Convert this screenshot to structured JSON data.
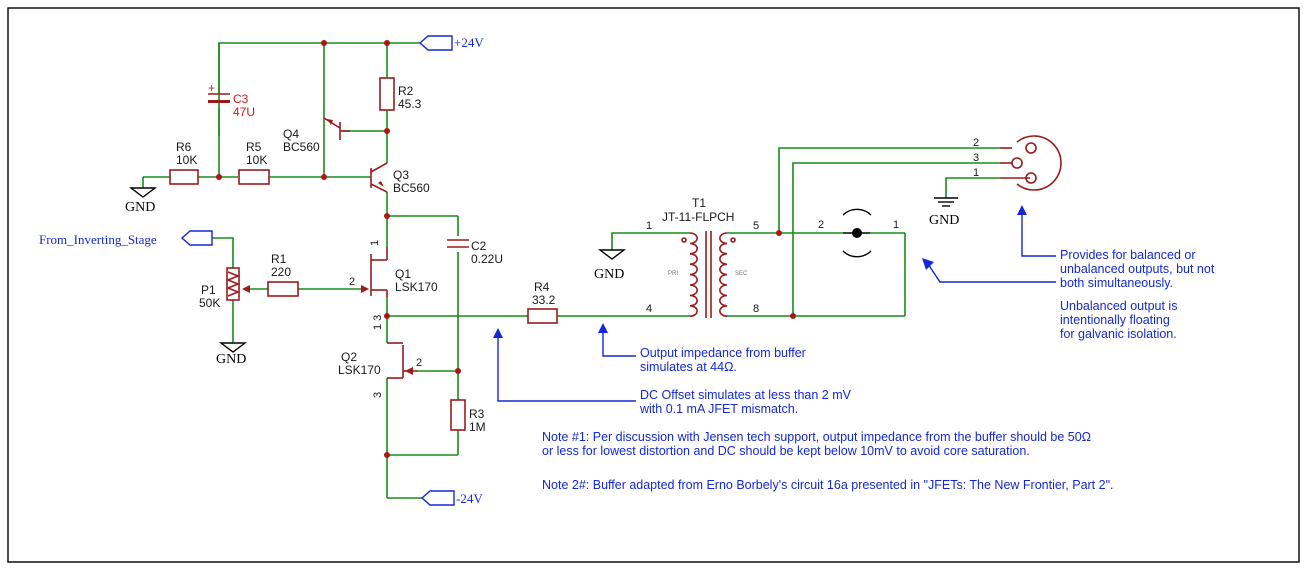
{
  "power": {
    "pos_label": "+24V",
    "neg_label": "-24V"
  },
  "input": {
    "label": "From_Inverting_Stage"
  },
  "gnd_label": "GND",
  "components": {
    "C3": {
      "ref": "C3",
      "value": "47U"
    },
    "R2": {
      "ref": "R2",
      "value": "45.3"
    },
    "Q4": {
      "ref": "Q4",
      "value": "BC560"
    },
    "Q3": {
      "ref": "Q3",
      "value": "BC560"
    },
    "R6": {
      "ref": "R6",
      "value": "10K"
    },
    "R5": {
      "ref": "R5",
      "value": "10K"
    },
    "C2": {
      "ref": "C2",
      "value": "0.22U"
    },
    "R1": {
      "ref": "R1",
      "value": "220"
    },
    "P1": {
      "ref": "P1",
      "value": "50K"
    },
    "Q1": {
      "ref": "Q1",
      "value": "LSK170"
    },
    "Q2": {
      "ref": "Q2",
      "value": "LSK170"
    },
    "R3": {
      "ref": "R3",
      "value": "1M"
    },
    "R4": {
      "ref": "R4",
      "value": "33.2"
    },
    "T1": {
      "ref": "T1",
      "value": "JT-11-FLPCH",
      "pri": "PRI",
      "sec": "SEC"
    }
  },
  "pins": {
    "q1_d": "1",
    "q1_g": "2",
    "q1_s": "1 3",
    "q2_g": "2",
    "q2_s": "3",
    "t1_1": "1",
    "t1_4": "4",
    "t1_5": "5",
    "t1_8": "8",
    "rca_2": "2",
    "rca_1": "1",
    "xlr_2": "2",
    "xlr_3": "3",
    "xlr_1": "1"
  },
  "notes": {
    "output_impedance": [
      "Output impedance from buffer",
      "simulates at 44Ω."
    ],
    "dc_offset": [
      "DC Offset simulates at less than 2 mV",
      "with 0.1 mA JFET mismatch."
    ],
    "balanced": [
      "Provides for balanced or",
      "unbalanced outputs, but not",
      "both simultaneously.",
      "",
      "Unbalanced output is",
      "intentionally floating",
      "for galvanic isolation."
    ],
    "note1": [
      "Note #1: Per discussion with Jensen tech support, output impedance from the buffer should be 50Ω",
      "or less for lowest distortion and DC should be kept below 10mV to avoid core saturation."
    ],
    "note2": "Note 2#: Buffer adapted from Erno Borbely's circuit 16a presented in \"JFETs: The New Frontier, Part 2\"."
  },
  "colors": {
    "wire": "#1a8c1a",
    "component": "#9b1a1a",
    "annotation": "#1428d8"
  }
}
